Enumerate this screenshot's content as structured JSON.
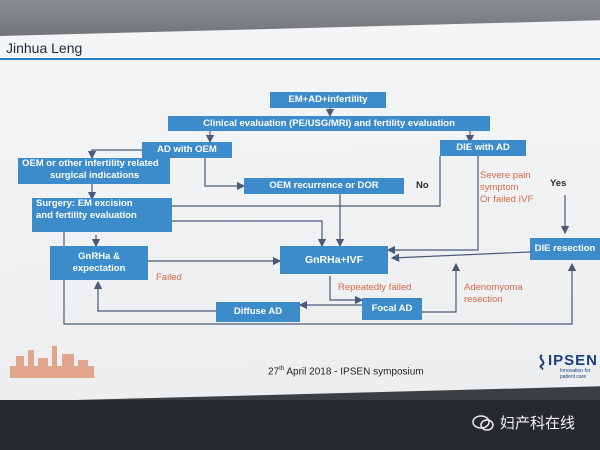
{
  "speaker": "Jinhua Leng",
  "nodes": {
    "start": "EM+AD+infertility",
    "clinical": "Clinical evaluation (PE/USG/MRI) and fertility evaluation",
    "ad_oem": "AD with OEM",
    "die_ad": "DIE with AD",
    "oem_other": [
      "OEM or other infertility related",
      "surgical indications"
    ],
    "oem_recurrence": "OEM recurrence or DOR",
    "surgery": [
      "Surgery: EM excision",
      "and fertility evaluation"
    ],
    "gnrha_exp": [
      "GnRHa &",
      "expectation"
    ],
    "gnrha_ivf": "GnRHa+IVF",
    "die_resection": "DIE resection",
    "diffuse_ad": "Diffuse AD",
    "focal_ad": "Focal AD"
  },
  "edge_labels": {
    "no": "No",
    "yes": "Yes",
    "severe": [
      "Severe pain",
      "symptom",
      "Or failed IVF"
    ],
    "failed": "Failed",
    "repeatedly_failed": "Repeatedly failed",
    "adenomyoma": [
      "Adenomyoma",
      "resection"
    ]
  },
  "footer": {
    "date_day": "27",
    "date_suffix": "th",
    "date_rest": " April 2018 - IPSEN symposium"
  },
  "logo": {
    "name": "IPSEN",
    "tagline": "Innovation for patient care"
  },
  "watermark": "妇产科在线",
  "colors": {
    "box": "#3c8ccc",
    "arrow": "#4b5a78",
    "red_label": "#d66a4a",
    "header_line": "#2e7bbf"
  }
}
